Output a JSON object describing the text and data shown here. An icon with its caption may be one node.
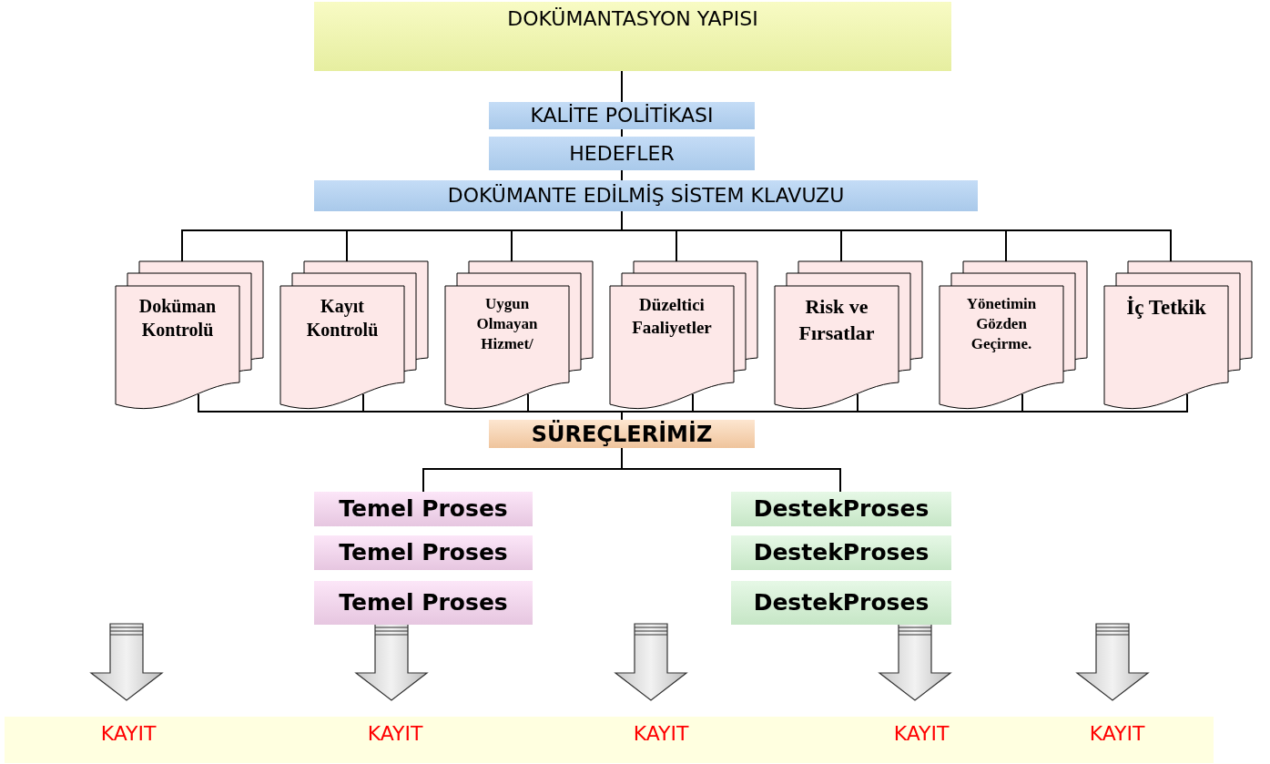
{
  "diagram": {
    "nodes": [
      {
        "text": [
          "DOKÜMANTASYON YAPISI"
        ]
      },
      {
        "text": [
          "KALİTE POLİTİKASI"
        ]
      },
      {
        "text": [
          "HEDEFLER"
        ]
      },
      {
        "text": [
          "DOKÜMANTE EDİLMİŞ SİSTEM KLAVUZU"
        ]
      },
      {
        "text": [
          "Doküman Kontrolü"
        ]
      },
      {
        "text": [
          "Kayıt Kontrolü"
        ]
      },
      {
        "text": [
          "Uygun Olmayan Hizmet/"
        ]
      },
      {
        "text": [
          "Düzeltici Faaliyetler"
        ]
      },
      {
        "text": [
          "Risk ve Fırsatlar"
        ]
      },
      {
        "text": [
          "Yönetimin Gözden Geçirme."
        ]
      },
      {
        "text": [
          "İç Tetkik"
        ]
      },
      {
        "text": [
          "SÜREÇLERİMİZ"
        ]
      },
      {
        "text": [
          "Temel Proses"
        ]
      },
      {
        "text": [
          "Temel Proses"
        ]
      },
      {
        "text": [
          "Temel Proses"
        ]
      },
      {
        "text": [
          "DestekProses"
        ]
      },
      {
        "text": [
          "DestekProses"
        ]
      },
      {
        "text": [
          "DestekProses"
        ]
      },
      {
        "text": [
          "KAYIT",
          "KAYIT",
          "KAYIT",
          "KAYIT",
          "KAYIT"
        ]
      }
    ],
    "edges": [
      {
        "from": 0,
        "to": 1,
        "arrow": "none"
      },
      {
        "from": 1,
        "to": 2,
        "arrow": "none"
      },
      {
        "from": 2,
        "to": 3,
        "arrow": "none"
      },
      {
        "from": 3,
        "to": 4,
        "arrow": "none"
      },
      {
        "from": 3,
        "to": 5,
        "arrow": "none"
      },
      {
        "from": 3,
        "to": 6,
        "arrow": "none"
      },
      {
        "from": 3,
        "to": 7,
        "arrow": "none"
      },
      {
        "from": 3,
        "to": 8,
        "arrow": "none"
      },
      {
        "from": 3,
        "to": 9,
        "arrow": "none"
      },
      {
        "from": 3,
        "to": 10,
        "arrow": "none"
      },
      {
        "from": 4,
        "to": 11,
        "arrow": "none"
      },
      {
        "from": 5,
        "to": 11,
        "arrow": "none"
      },
      {
        "from": 6,
        "to": 11,
        "arrow": "none"
      },
      {
        "from": 7,
        "to": 11,
        "arrow": "none"
      },
      {
        "from": 8,
        "to": 11,
        "arrow": "none"
      },
      {
        "from": 9,
        "to": 11,
        "arrow": "none"
      },
      {
        "from": 10,
        "to": 11,
        "arrow": "none"
      },
      {
        "from": 11,
        "to": 12,
        "arrow": "none"
      },
      {
        "from": 11,
        "to": 15,
        "arrow": "none"
      },
      {
        "from": null,
        "to": 18,
        "arrow": "to"
      },
      {
        "from": null,
        "to": 18,
        "arrow": "to"
      },
      {
        "from": null,
        "to": 18,
        "arrow": "to"
      },
      {
        "from": null,
        "to": 18,
        "arrow": "to"
      },
      {
        "from": null,
        "to": 18,
        "arrow": "to"
      }
    ]
  }
}
